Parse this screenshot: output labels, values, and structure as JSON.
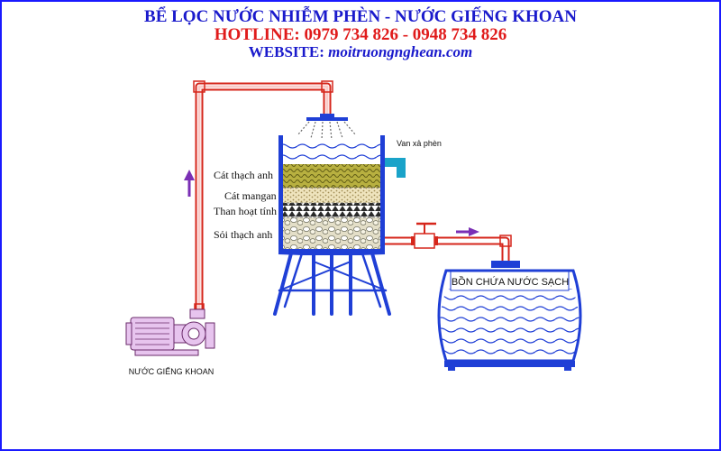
{
  "header": {
    "title": "BỂ LỌC NƯỚC NHIỄM PHÈN - NƯỚC GIẾNG KHOAN",
    "hotline_label": "HOTLINE:",
    "hotline_numbers": "0979 734 826 - 0948 734 826",
    "website_label": "WEBSITE:",
    "website_url": "moitruongnghean.com"
  },
  "labels": {
    "pump": "NƯỚC GIẾNG KHOAN",
    "drain_valve": "Van xả phèn",
    "tank": "BỒN CHỨA NƯỚC SẠCH"
  },
  "layers": [
    {
      "label": "Cát thạch anh"
    },
    {
      "label": "Cát mangan"
    },
    {
      "label": "Than hoạt tính"
    },
    {
      "label": "Sỏi thạch anh"
    }
  ],
  "colors": {
    "pipe": "#e8392e",
    "blue": "#1f3fd6",
    "arrow": "#7a2fb5",
    "quartz_sand": "#8a8a1f",
    "mangan_sand": "#e6d8a8",
    "carbon": "#2a2a2a",
    "gravel": "#c9c3a6"
  }
}
